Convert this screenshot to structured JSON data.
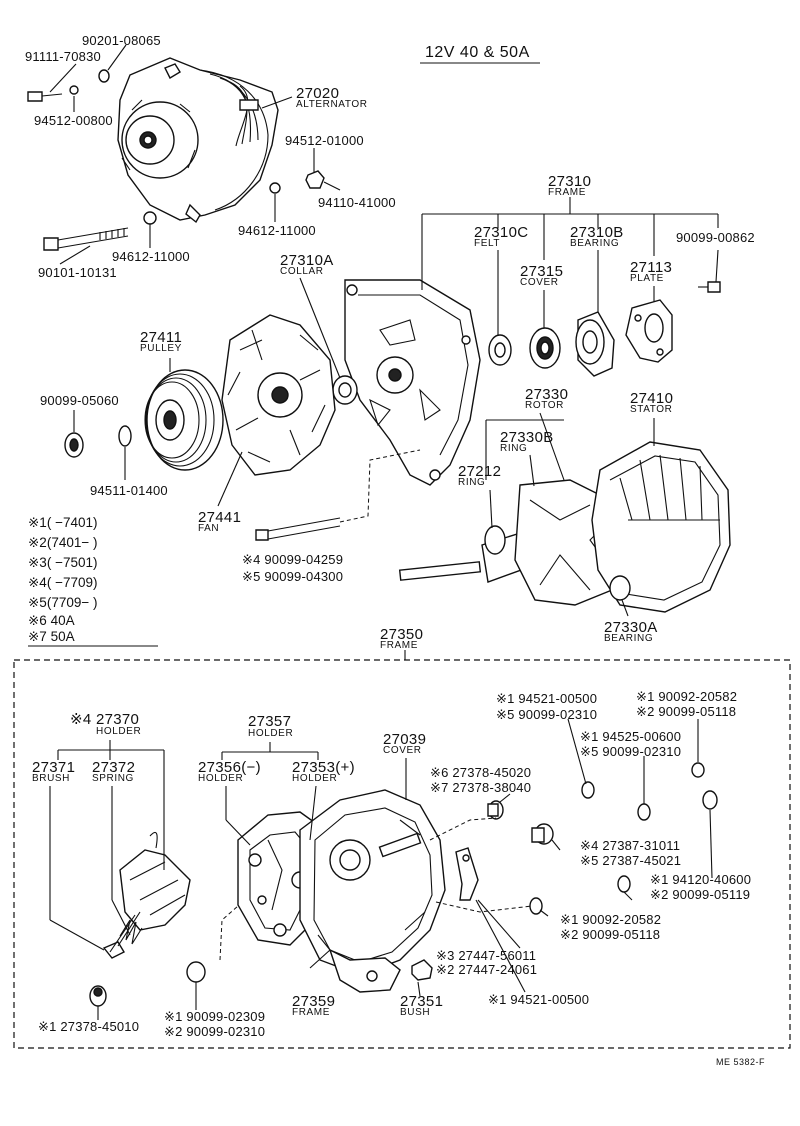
{
  "header": {
    "title": "12V 40 & 50A",
    "code": "ME 5382-F"
  },
  "labels": {
    "p91111_70830": "91111-70830",
    "p90201_08065": "90201-08065",
    "p94512_00800": "94512-00800",
    "p27020": "27020",
    "alternator": "ALTERNATOR",
    "p94512_01000": "94512-01000",
    "p94110_41000": "94110-41000",
    "p94612_11000a": "94612-11000",
    "p94612_11000b": "94612-11000",
    "p90101_10131": "90101-10131",
    "p27310": "27310",
    "frame_top": "FRAME",
    "p27310C": "27310C",
    "felt": "FELT",
    "p27310B": "27310B",
    "bearing_top": "BEARING",
    "p90099_00862": "90099-00862",
    "p27315": "27315",
    "cover_top": "COVER",
    "p27113": "27113",
    "plate": "PLATE",
    "p27310A": "27310A",
    "collar": "COLLAR",
    "p27411": "27411",
    "pulley": "PULLEY",
    "p90099_05060": "90099-05060",
    "p94511_01400": "94511-01400",
    "p27441": "27441",
    "fan": "FAN",
    "p27330": "27330",
    "rotor": "ROTOR",
    "p27330B": "27330B",
    "ring_b": "RING",
    "p27212": "27212",
    "ring_212": "RING",
    "p27410": "27410",
    "stator": "STATOR",
    "p27330A": "27330A",
    "bearing_330a": "BEARING",
    "bolt4": "※4 90099-04259",
    "bolt5": "※5 90099-04300",
    "p27350": "27350",
    "frame_350": "FRAME",
    "p27370": "※4 27370",
    "holder_370": "HOLDER",
    "p27357": "27357",
    "holder_357": "HOLDER",
    "p27371": "27371",
    "brush": "BRUSH",
    "p27372": "27372",
    "spring": "SPRING",
    "p27356": "27356(−)",
    "holder_356": "HOLDER",
    "p27353": "27353(+)",
    "holder_353": "HOLDER",
    "p27039": "27039",
    "cover_039": "COVER",
    "r1_94521_00500": "※1 94521-00500",
    "r5_90099_02310a": "※5 90099-02310",
    "r1_90092_20582": "※1 90092-20582",
    "r2_90099_05118a": "※2 90099-05118",
    "r1_94525_00600": "※1 94525-00600",
    "r5_90099_02310b": "※5 90099-02310",
    "r6_27378_45020": "※6 27378-45020",
    "r7_27378_38040": "※7 27378-38040",
    "r4_27387_31011": "※4 27387-31011",
    "r5_27387_45021": "※5 27387-45021",
    "r1_94120_40600": "※1 94120-40600",
    "r2_90099_05119": "※2 90099-05119",
    "r1_90092_20582b": "※1 90092-20582",
    "r2_90099_05118b": "※2 90099-05118",
    "r3_27447_56011": "※3 27447-56011",
    "r2_27447_24061": "※2 27447-24061",
    "r1_94521_00500b": "※1 94521-00500",
    "p27359": "27359",
    "frame_359": "FRAME",
    "p27351": "27351",
    "bush": "BUSH",
    "r1_27378_45010": "※1 27378-45010",
    "r1_90099_02309": "※1 90099-02309",
    "r2_90099_02310": "※2 90099-02310"
  },
  "notes": [
    "※1(     −7401)",
    "※2(7401−       )",
    "※3(     −7501)",
    "※4(     −7709)",
    "※5(7709−       )",
    "※6 40A",
    "※7 50A"
  ]
}
